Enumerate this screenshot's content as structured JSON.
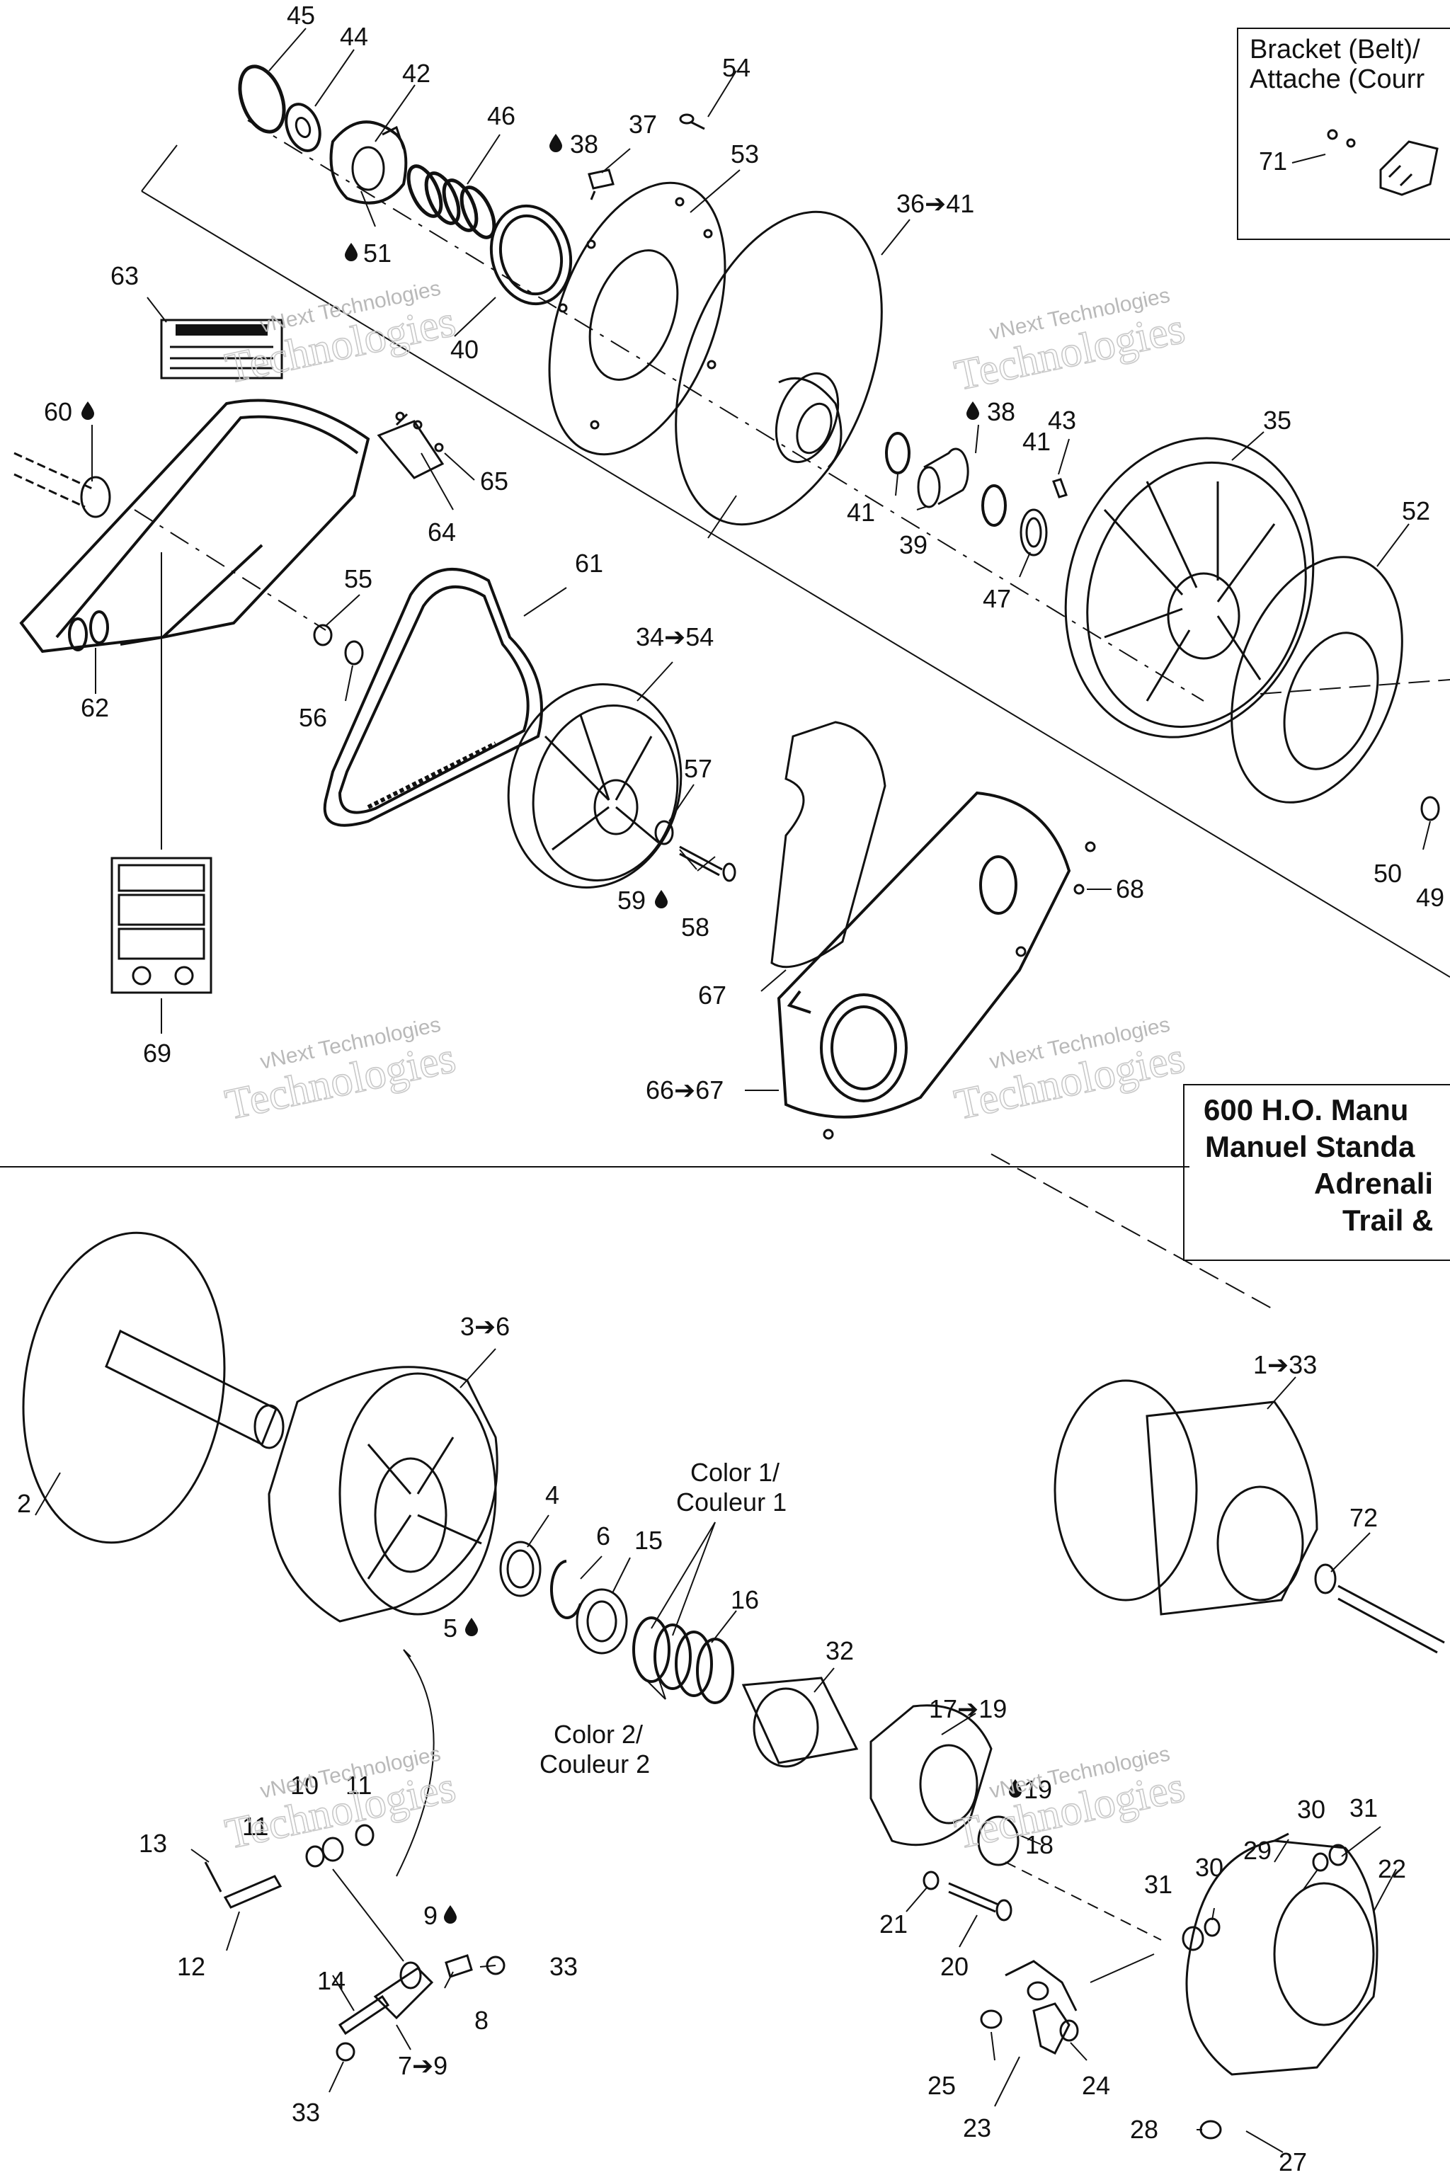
{
  "callouts": {
    "c45": "45",
    "c44": "44",
    "c42": "42",
    "c46": "46",
    "c38a": "38",
    "c37": "37",
    "c54": "54",
    "c53": "53",
    "c51": "51",
    "c40": "40",
    "c36": "36➔41",
    "c63": "63",
    "c60": "60",
    "c65": "65",
    "c64": "64",
    "c38b": "38",
    "c43": "43",
    "c35": "35",
    "c41a": "41",
    "c41b": "41",
    "c39": "39",
    "c47": "47",
    "c52": "52",
    "c55": "55",
    "c61": "61",
    "c34": "34➔54",
    "c56": "56",
    "c62": "62",
    "c57": "57",
    "c59": "59",
    "c58": "58",
    "c68": "68",
    "c50": "50",
    "c49": "49",
    "c67": "67",
    "c69": "69",
    "c66": "66➔67",
    "c3": "3➔6",
    "c1": "1➔33",
    "c2": "2",
    "c4": "4",
    "c6": "6",
    "c15": "15",
    "c16": "16",
    "c5": "5",
    "c72": "72",
    "c32": "32",
    "c17": "17➔19",
    "c19": "19",
    "c18": "18",
    "c10": "10",
    "c11a": "11",
    "c11b": "11",
    "c13": "13",
    "c12": "12",
    "c9": "9",
    "c33a": "33",
    "c8": "8",
    "c14": "14",
    "c7": "7➔9",
    "c33b": "33",
    "c21": "21",
    "c20": "20",
    "c30a": "30",
    "c31a": "31",
    "c29": "29",
    "c30b": "30",
    "c31b": "31",
    "c22": "22",
    "c25": "25",
    "c24": "24",
    "c23": "23",
    "c28": "28",
    "c27": "27",
    "c71": "71"
  },
  "notes": {
    "color1_line1": "Color 1/",
    "color1_line2": "Couleur 1",
    "color2_line1": "Color 2/",
    "color2_line2": "Couleur 2"
  },
  "bracket_box": {
    "line1": "Bracket (Belt)/",
    "line2": "Attache (Courr"
  },
  "model_box": {
    "line1": "600 H.O. Manu",
    "line2": "Manuel Standa",
    "line3": "Adrenali",
    "line4": "Trail &"
  },
  "watermark": {
    "line1": "vNext Technologies",
    "line2": "Technologies"
  },
  "icons": [
    "oil-drop-icon",
    "arrow-right-icon"
  ]
}
